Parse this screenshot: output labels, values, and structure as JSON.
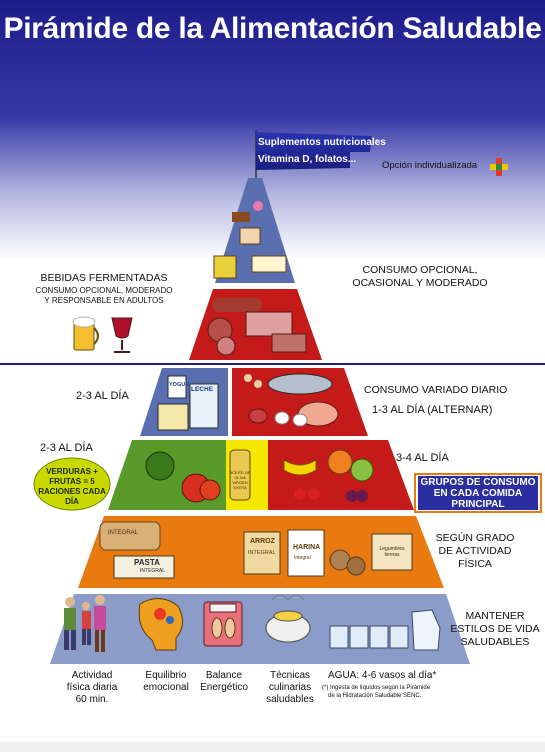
{
  "title": "Pirámide de la Alimentación Saludable",
  "supplements": {
    "line1": "Suplementos nutricionales",
    "line2": "Vitamina D, folatos..."
  },
  "individualized": "Opción individualizada",
  "fermented": {
    "heading": "BEBIDAS FERMENTADAS",
    "line1": "CONSUMO OPCIONAL, MODERADO",
    "line2": "Y RESPONSABLE EN ADULTOS"
  },
  "occasional": {
    "line1": "CONSUMO OPCIONAL,",
    "line2": "OCASIONAL Y MODERADO"
  },
  "dairy_freq": "2-3  AL DÍA",
  "varied": {
    "line1": "CONSUMO VARIADO DIARIO",
    "line2": "1-3  AL DÍA (ALTERNAR)"
  },
  "veg_freq": "2-3  AL DÍA",
  "fruit_freq": "3-4  AL DÍA",
  "veg_badge": "VERDURAS + FRUTAS = 5 RACIONES CADA DÍA",
  "groups_box": {
    "line1": "GRUPOS DE CONSUMO",
    "line2": "EN CADA COMIDA",
    "line3": "PRINCIPAL"
  },
  "activity": {
    "line1": "SEGÚN GRADO",
    "line2": "DE ACTIVIDAD",
    "line3": "FÍSICA"
  },
  "lifestyle": {
    "line1": "MANTENER",
    "line2": "ESTILOS DE VIDA",
    "line3": "SALUDABLES"
  },
  "product_labels": {
    "leche": "LECHE",
    "yogur": "YOGUR",
    "aceite": "ACEITE DE OLIVA VIRGEN EXTRA",
    "integral1": "INTEGRAL",
    "pasta": "PASTA",
    "integral2": "INTEGRAL",
    "arroz": "ARROZ",
    "integral3": "INTEGRAL",
    "harina": "HARINA",
    "harina_sub": "Integral",
    "legumbres": "Legumbres tiernas"
  },
  "bottom": {
    "actividad": [
      "Actividad",
      "física diaria",
      "60 min."
    ],
    "equilibrio": [
      "Equilibrio",
      "emocional"
    ],
    "balance": [
      "Balance",
      "Energético"
    ],
    "tecnicas": [
      "Técnicas",
      "culinarias",
      "saludables"
    ],
    "agua": "AGUA: 4-6 vasos al día*",
    "agua_note1": "(*) Ingesta de líquidos según la Pirámide",
    "agua_note2": "de la Hidratación Saludable SENC."
  },
  "colors": {
    "title_bg": "#1f1f8f",
    "red_band": "#c41a1a",
    "blue_band": "#5a6fb0",
    "green_band": "#5a9a2a",
    "orange_band": "#e87a10",
    "base_band": "#8b9cc8",
    "yellow_band": "#f5e800"
  }
}
